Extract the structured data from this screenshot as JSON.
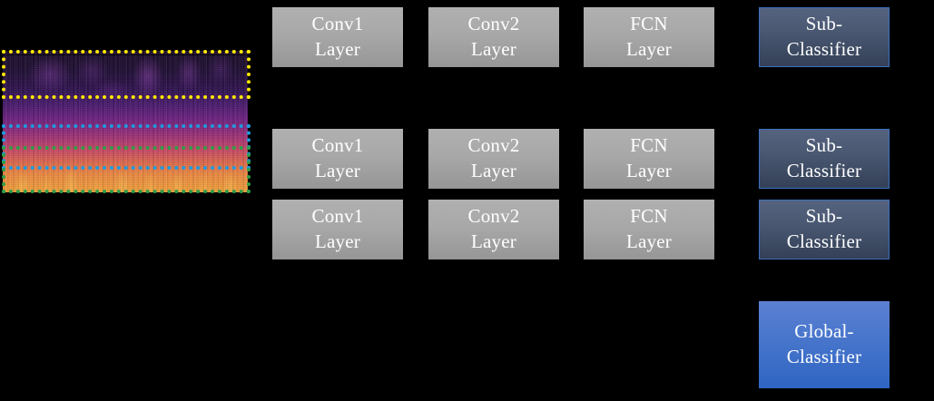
{
  "diagram": {
    "title": "Multi-band spectrogram sub-classifier / global-classifier architecture",
    "background_color": "#000000",
    "input": {
      "name": "spectrogram",
      "label": "mel-spectrogram",
      "regions": [
        {
          "id": "band-high",
          "color": "#ffe800",
          "label": "high-frequency band (yellow dotted)"
        },
        {
          "id": "band-mid",
          "color": "#1e9be0",
          "label": "mid-frequency band (blue dotted)"
        },
        {
          "id": "band-low",
          "color": "#2e9e48",
          "label": "low-frequency band (green dotted)"
        }
      ]
    },
    "rows": [
      {
        "id": "row-1",
        "stages": [
          {
            "id": "conv1",
            "label": "Conv1\nLayer",
            "style": "gray"
          },
          {
            "id": "conv2",
            "label": "Conv2\nLayer",
            "style": "gray"
          },
          {
            "id": "fcn",
            "label": "FCN\nLayer",
            "style": "gray"
          },
          {
            "id": "sub-classifier",
            "label": "Sub-\nClassifier",
            "style": "sub"
          }
        ]
      },
      {
        "id": "row-2",
        "stages": [
          {
            "id": "conv1",
            "label": "Conv1\nLayer",
            "style": "gray"
          },
          {
            "id": "conv2",
            "label": "Conv2\nLayer",
            "style": "gray"
          },
          {
            "id": "fcn",
            "label": "FCN\nLayer",
            "style": "gray"
          },
          {
            "id": "sub-classifier",
            "label": "Sub-\nClassifier",
            "style": "sub"
          }
        ]
      },
      {
        "id": "row-3",
        "stages": [
          {
            "id": "conv1",
            "label": "Conv1\nLayer",
            "style": "gray"
          },
          {
            "id": "conv2",
            "label": "Conv2\nLayer",
            "style": "gray"
          },
          {
            "id": "fcn",
            "label": "FCN\nLayer",
            "style": "gray"
          },
          {
            "id": "sub-classifier",
            "label": "Sub-\nClassifier",
            "style": "sub"
          }
        ]
      }
    ],
    "global_classifier": {
      "id": "global-classifier",
      "label": "Global-\nClassifier",
      "style": "global"
    },
    "colors": {
      "box_gray_top": "#b0b0b0",
      "box_gray_bottom": "#969696",
      "sub_classifier_top": "#55637f",
      "sub_classifier_bottom": "#334057",
      "sub_classifier_border": "#3d6fc0",
      "global_classifier_top": "#5c80d2",
      "global_classifier_bottom": "#2f65c3",
      "dotted_yellow": "#ffe800",
      "dotted_blue": "#1e9be0",
      "dotted_green": "#2e9e48"
    }
  }
}
